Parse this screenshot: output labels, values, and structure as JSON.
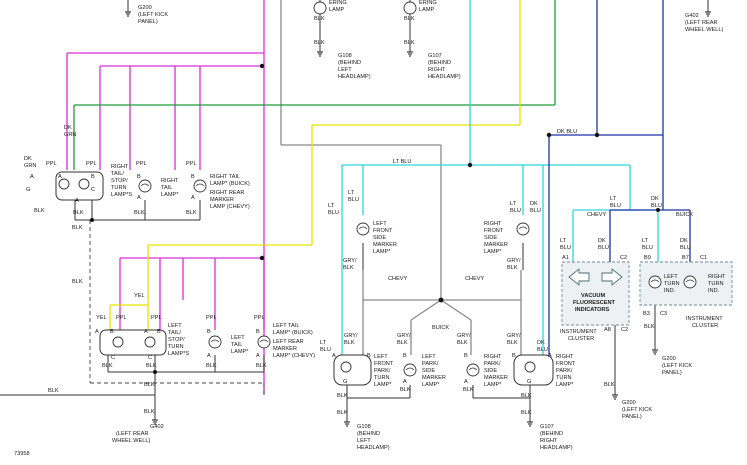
{
  "figure_code": "73958",
  "grounds": {
    "g200_top": [
      "G200",
      "(LEFT KICK",
      "PANEL)"
    ],
    "g402_top": [
      "G402",
      "(LEFT REAR",
      "WHEEL WELL)"
    ],
    "g108_top": [
      "G108",
      "(BEHIND",
      "LEFT",
      "HEADLAMP)"
    ],
    "g107_top": [
      "G107",
      "(BEHIND",
      "RIGHT",
      "HEADLAMP)"
    ],
    "g402_bottom": [
      "G402",
      "(LEFT REAR",
      "WHEEL WELL)"
    ],
    "g108_bottom": [
      "G108",
      "(BEHIND",
      "LEFT",
      "HEADLAMP)"
    ],
    "g107_bottom": [
      "G107",
      "(BEHIND",
      "RIGHT",
      "HEADLAMP)"
    ],
    "g200_bottom": [
      "G200",
      "(LEFT KICK",
      "PANEL)"
    ],
    "g200_right": [
      "G200",
      "(LEFT KICK",
      "PANEL)"
    ]
  },
  "top_marker_tail": {
    "left": [
      "ERING",
      "LAMP"
    ],
    "right": [
      "ERING",
      "LAMP"
    ]
  },
  "lamps": {
    "right_tail_stop_turn": [
      "RIGHT",
      "TAIL/",
      "STOP/",
      "TURN",
      "LAMP*S"
    ],
    "right_tail": [
      "RIGHT",
      "TAIL",
      "LAMP*"
    ],
    "right_tail_buick": [
      "RIGHT TAIL",
      "LAMP* (BUICK)"
    ],
    "right_rear_marker": [
      "RIGHT REAR",
      "MARKER",
      "LAMP (CHEVY)"
    ],
    "left_tail_stop_turn": [
      "LEFT",
      "TAIL/",
      "STOP/",
      "TURN",
      "LAMP*S"
    ],
    "left_tail": [
      "LEFT",
      "TAIL",
      "LAMP*"
    ],
    "left_tail_buick": [
      "LEFT TAIL",
      "LAMP* (BUICK)"
    ],
    "left_rear_marker": [
      "LEFT REAR",
      "MARKER",
      "LAMP* (CHEVY)"
    ],
    "left_front_side_marker": [
      "LEFT",
      "FRONT",
      "SIDE",
      "MARKER",
      "LAMP*"
    ],
    "right_front_side_marker": [
      "RIGHT",
      "FRONT",
      "SIDE",
      "MARKER",
      "LAMP*"
    ],
    "left_front_park_turn": [
      "LEFT",
      "FRONT",
      "PARK/",
      "TURN",
      "LAMP*"
    ],
    "left_park_side_marker": [
      "LEFT",
      "PARK/",
      "SIDE",
      "MARKER",
      "LAMP*"
    ],
    "right_park_side_marker": [
      "RIGHT",
      "PARK/",
      "SIDE",
      "MARKER",
      "LAMP*"
    ],
    "right_front_park_turn": [
      "RIGHT",
      "FRONT",
      "PARK/",
      "TURN",
      "LAMP*"
    ]
  },
  "cluster": {
    "vacuum": [
      "VACUUM",
      "FLUORESCENT",
      "INDICATORS"
    ],
    "chevy_label": [
      "INSTRUMENT",
      "CLUSTER"
    ],
    "left_turn_ind": [
      "LEFT",
      "TURN",
      "IND."
    ],
    "right_turn_ind": [
      "RIGHT",
      "TURN",
      "IND."
    ],
    "buick_label": [
      "INSTRUMENT",
      "CLUSTER"
    ]
  },
  "variants": {
    "chevy": "CHEVY",
    "buick": "BUICK"
  },
  "wires": {
    "blk": "BLK",
    "ppl": "PPL",
    "yel": "YEL",
    "dk_grn": [
      "DK",
      "GRN"
    ],
    "lt_blu": [
      "LT",
      "BLU"
    ],
    "dk_blu": [
      "DK",
      "BLU"
    ],
    "gry_blk": [
      "GRY/",
      "BLK"
    ],
    "lt_blu_h": "LT BLU",
    "dk_blu_h": "DK BLU"
  },
  "pins": {
    "a": "A",
    "b": "B",
    "c": "C",
    "g": "G",
    "a1": "A1",
    "c2": "C2",
    "b9": "B9",
    "c1": "C1",
    "a8": "A8",
    "b3": "B3",
    "b7": "B7",
    "c3": "C3"
  }
}
